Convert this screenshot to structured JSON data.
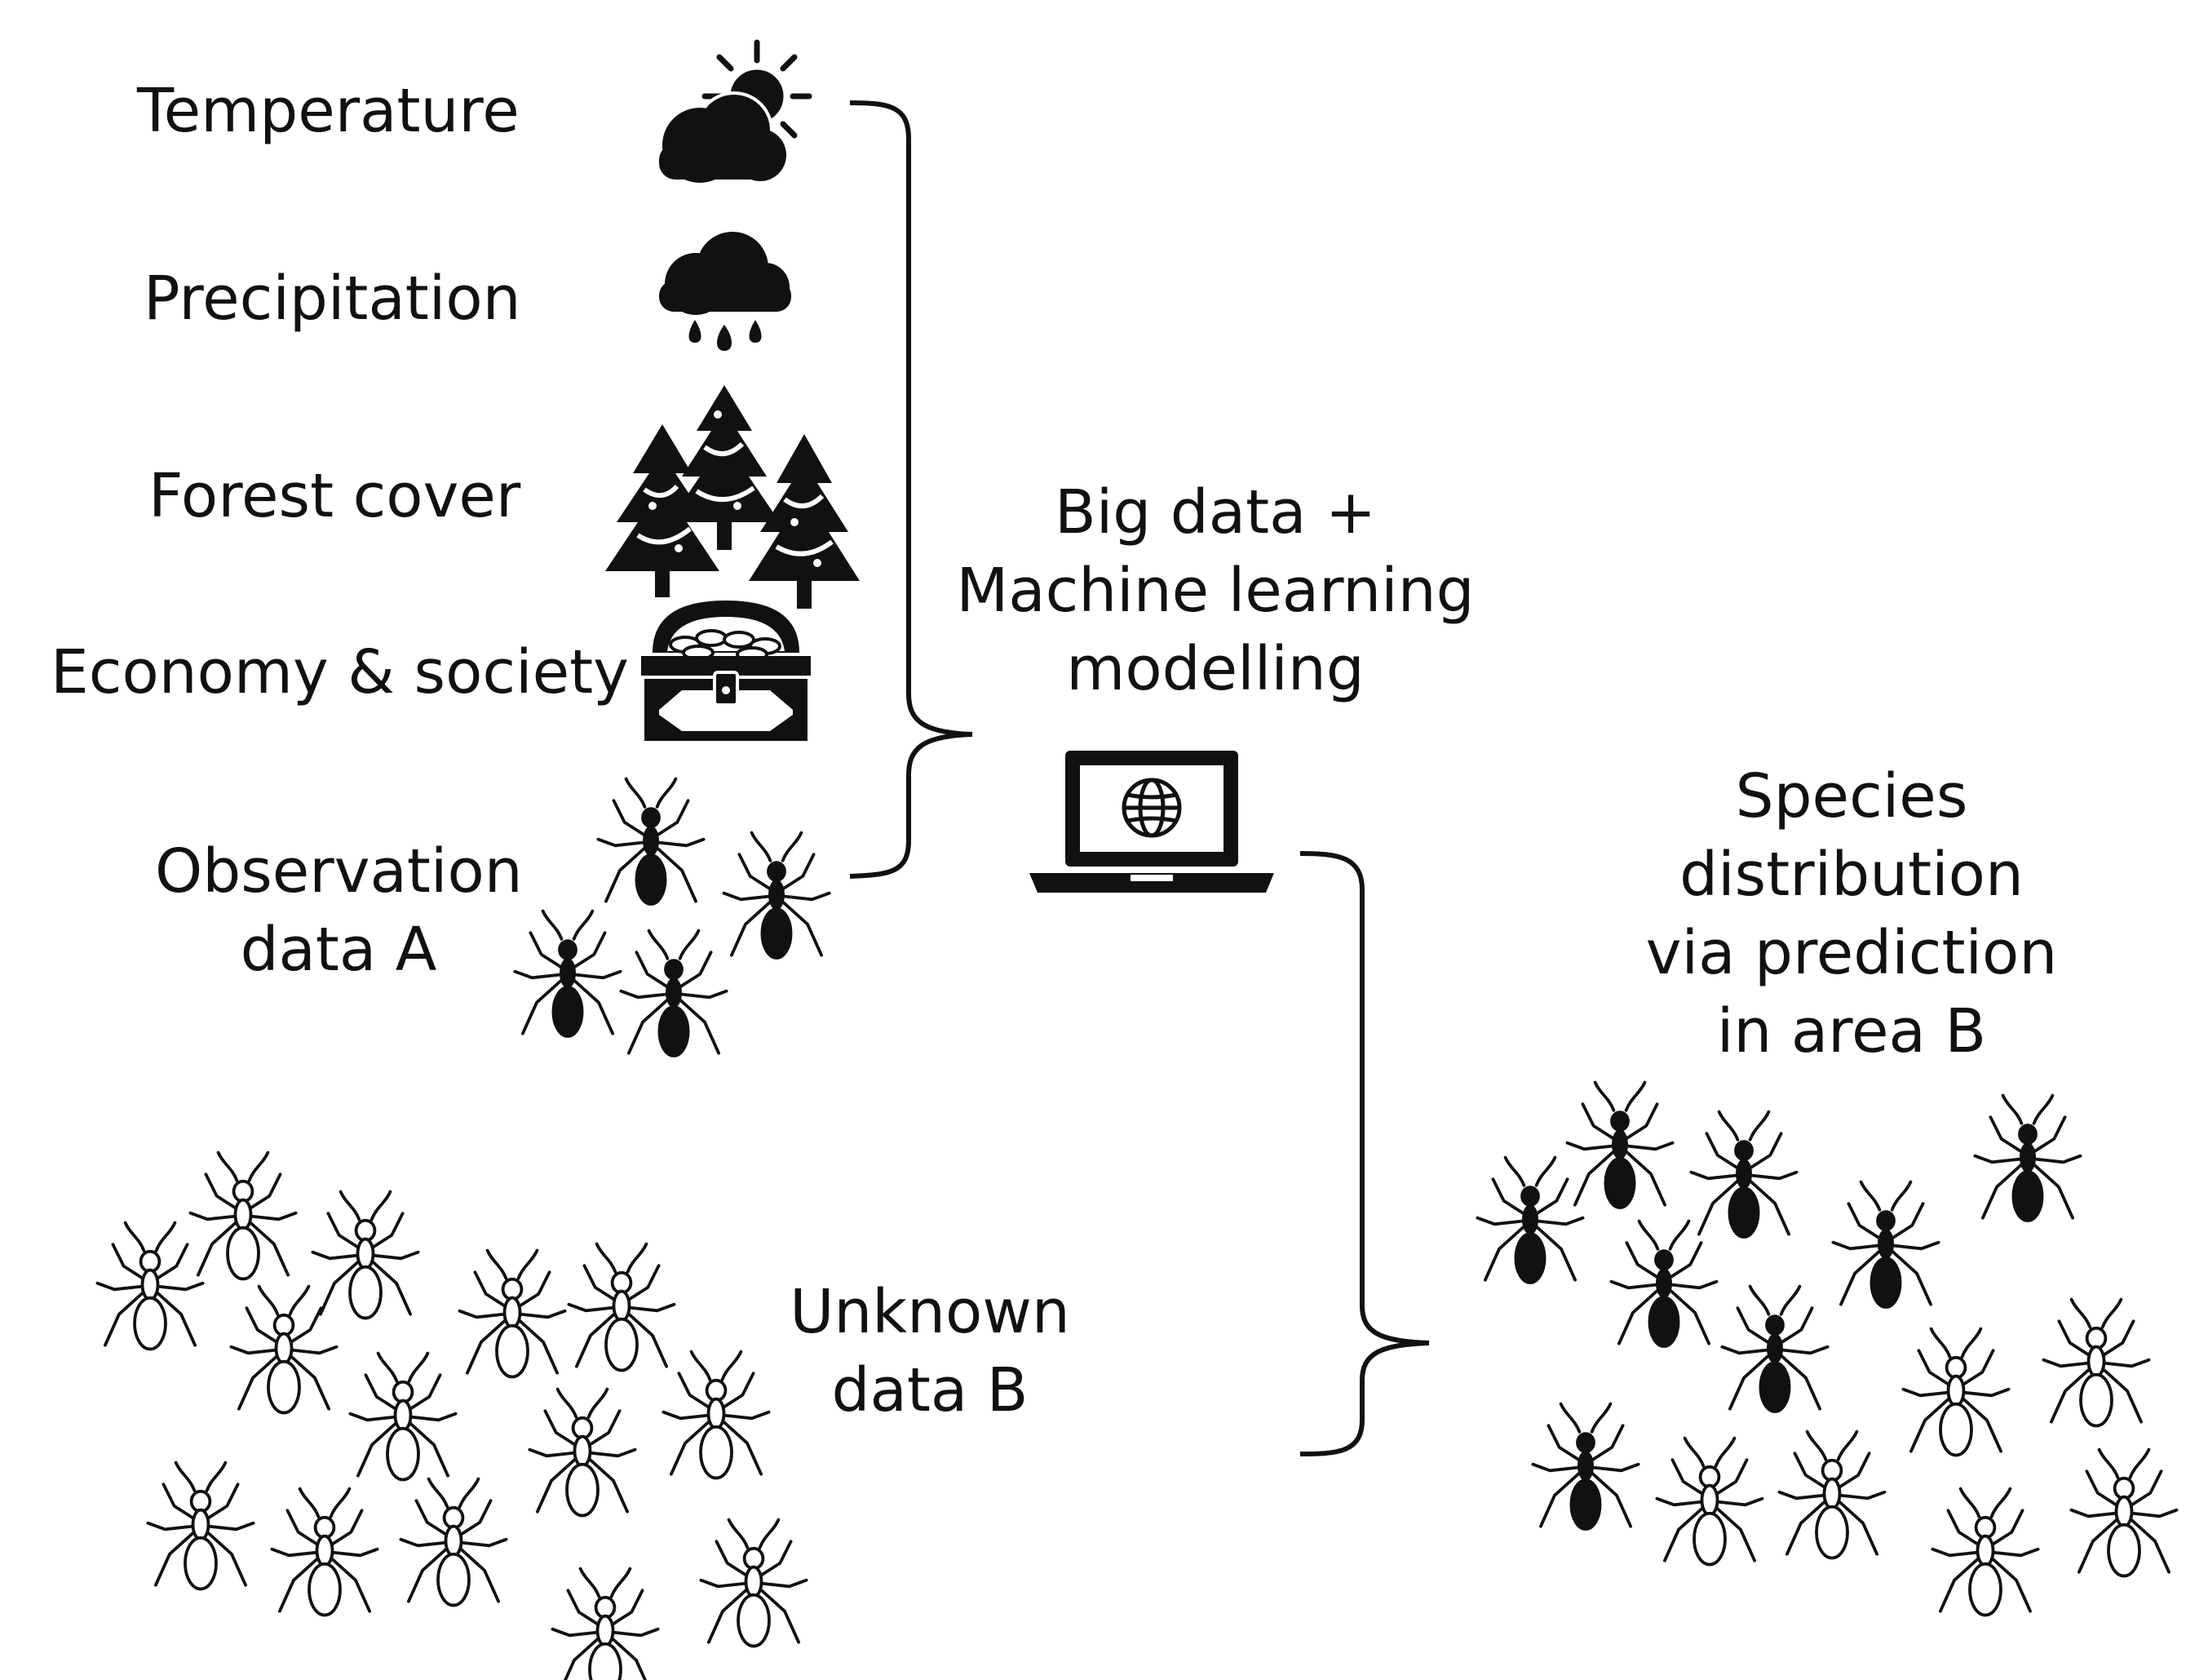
{
  "factors": {
    "temperature": "Temperature",
    "precipitation": "Precipitation",
    "forest_cover": "Forest cover",
    "economy": "Economy & society",
    "observation_line1": "Observation",
    "observation_line2": "data A"
  },
  "model": {
    "line1": "Big data +",
    "line2": "Machine learning",
    "line3": "modelling"
  },
  "unknown": {
    "line1": "Unknown",
    "line2": "data B"
  },
  "result": {
    "line1": "Species",
    "line2": "distribution",
    "line3": "via prediction",
    "line4": "in area B"
  },
  "icons": {
    "temperature": "sun-cloud-icon",
    "precipitation": "rain-cloud-icon",
    "forest": "pine-trees-icon",
    "economy": "treasure-chest-icon",
    "model": "laptop-globe-icon",
    "observed_species": "ant-filled-icon",
    "unknown_species": "ant-outline-icon"
  },
  "colors": {
    "ink": "#111111",
    "background": "#ffffff"
  }
}
